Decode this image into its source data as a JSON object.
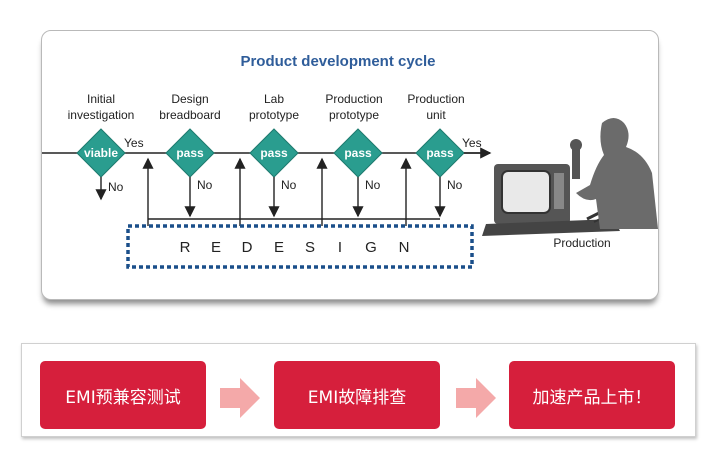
{
  "diagram": {
    "title": "Product development cycle",
    "stages": [
      {
        "label_line1": "Initial",
        "label_line2": "investigation",
        "decision": "viable"
      },
      {
        "label_line1": "Design",
        "label_line2": "breadboard",
        "decision": "pass"
      },
      {
        "label_line1": "Lab",
        "label_line2": "prototype",
        "decision": "pass"
      },
      {
        "label_line1": "Production",
        "label_line2": "prototype",
        "decision": "pass"
      },
      {
        "label_line1": "Production",
        "label_line2": "unit",
        "decision": "pass"
      }
    ],
    "yes_label": "Yes",
    "no_label": "No",
    "redesign": [
      "R",
      "E",
      "D",
      "E",
      "S",
      "I",
      "G",
      "N"
    ],
    "production_label": "Production",
    "colors": {
      "diamond": "#2a9d8f",
      "title": "#2f5d9a",
      "redesign_border": "#1a4f8a"
    }
  },
  "banner": {
    "steps": [
      "EMI预兼容测试",
      "EMI故障排查",
      "加速产品上市！"
    ],
    "colors": {
      "box": "#d61f3c",
      "arrow": "#f4a9a9"
    }
  }
}
